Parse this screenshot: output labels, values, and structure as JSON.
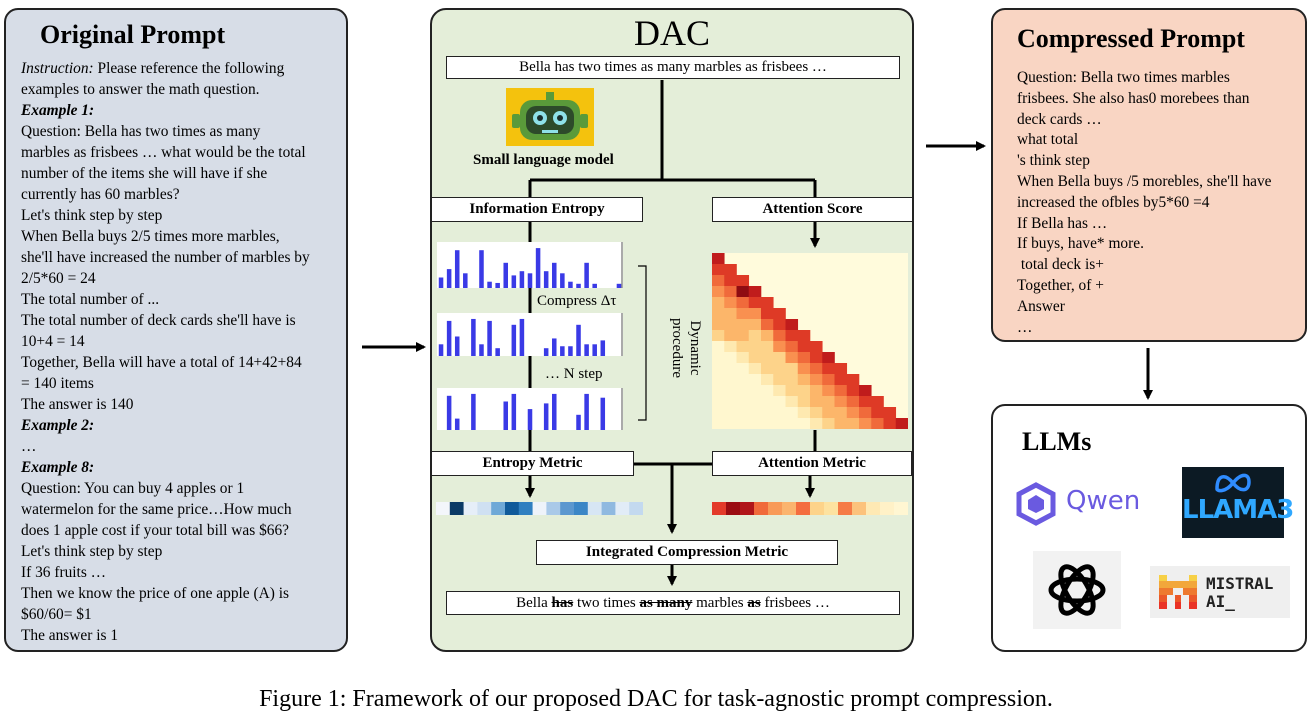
{
  "original_prompt": {
    "title": "Original Prompt",
    "instruction_label": "Instruction:",
    "instruction_text": " Please reference the following",
    "instruction_text2": "examples to answer the math question.",
    "example1_label": "Example 1:",
    "lines1": [
      "Question: Bella has two times as many",
      "marbles as frisbees … what would be the total",
      "number of the items she will have if she",
      "currently has 60 marbles?",
      "Let's think step by step",
      "When Bella buys 2/5 times more marbles,",
      "she'll have increased the number of marbles by",
      "2/5*60 = 24",
      "The total number of ...",
      "The total number of deck cards she'll have is",
      "10+4 = 14",
      "Together, Bella will have a total of 14+42+84",
      "= 140 items",
      "The answer is 140"
    ],
    "example2_label": "Example 2:",
    "ellipsis": "…",
    "example8_label": "Example 8:",
    "lines8": [
      "Question: You can buy 4 apples or 1",
      "watermelon for the same price…How much",
      "does 1 apple cost if your total bill was $66?",
      "Let's think step by step",
      "If 36 fruits …",
      "Then we know the price of one apple (A) is",
      "$60/60= $1",
      "The answer is 1"
    ]
  },
  "dac": {
    "title": "DAC",
    "input_sentence": "Bella has two times as many marbles as frisbees …",
    "slm_label": "Small language model",
    "info_entropy": "Information Entropy",
    "attention_score": "Attention Score",
    "compress_label": "Compress Δτ",
    "nstep_label": "… N step",
    "dynamic_label_1": "Dynamic",
    "dynamic_label_2": "procedure",
    "entropy_metric": "Entropy Metric",
    "attention_metric": "Attention Metric",
    "integrated_metric": "Integrated Compression Metric",
    "output_words": {
      "w1": "Bella ",
      "w2": "has",
      "w3": " two times ",
      "w4": "as many",
      "w5": " marbles ",
      "w6": "as",
      "w7": " frisbees …"
    }
  },
  "compressed_prompt": {
    "title": "Compressed Prompt",
    "lines": [
      "Question: Bella two times marbles",
      "frisbees. She also has0 morebees than",
      "deck cards …",
      "what total",
      "'s think step",
      "When Bella buys /5 morebles, she'll have",
      "increased the ofbles by5*60 =4",
      "If Bella has …",
      "If buys, have* more.",
      " total deck is+",
      "Together, of +",
      "Answer",
      "…"
    ]
  },
  "llms": {
    "title": "LLMs",
    "qwen": "Qwen",
    "llama_1": "LLAMA",
    "llama_2": "3",
    "mistral_1": "MISTRAL",
    "mistral_2": "AI_"
  },
  "caption": "Figure 1: Framework of our proposed DAC for task-agnostic prompt compression.",
  "colors": {
    "original_bg": "#d7dde7",
    "dac_bg": "#e4eed9",
    "compressed_bg": "#f9d5c3",
    "bar_blue": "#3a3ae6"
  }
}
